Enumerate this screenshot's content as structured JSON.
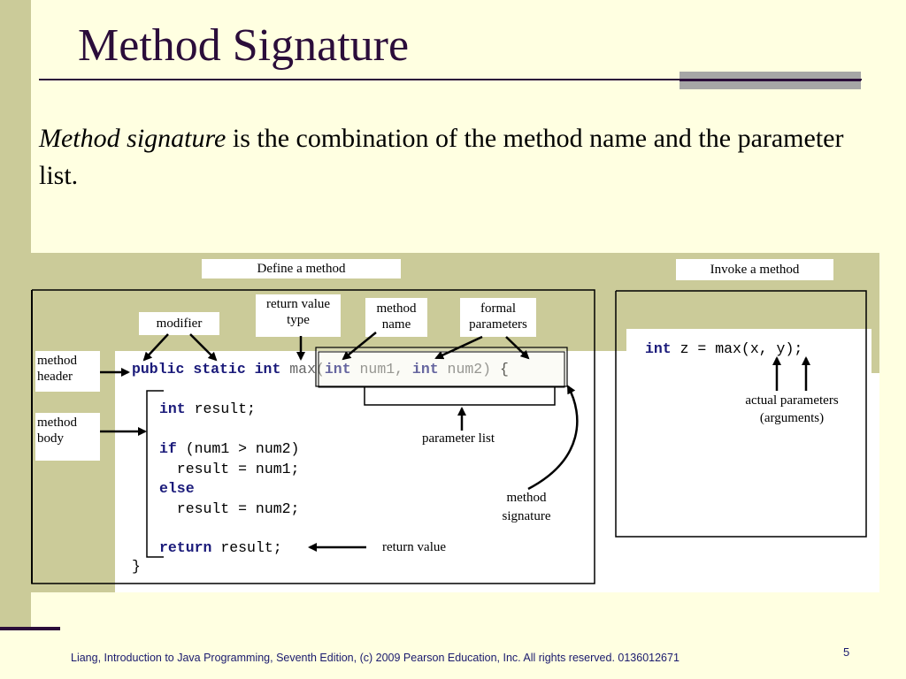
{
  "slide": {
    "title": "Method Signature",
    "intro_term": "Method signature",
    "intro_rest": " is the combination of the method name and the parameter list.",
    "page_number": "5",
    "footer": "Liang, Introduction to Java Programming, Seventh Edition, (c) 2009 Pearson Education, Inc. All rights reserved. 0136012671"
  },
  "diagram": {
    "define_label": "Define a method",
    "invoke_label": "Invoke a method",
    "labels": {
      "modifier": "modifier",
      "return_type_1": "return value",
      "return_type_2": "type",
      "method_name_1": "method",
      "method_name_2": "name",
      "formal_params_1": "formal",
      "formal_params_2": "parameters",
      "method_header_1": "method",
      "method_header_2": "header",
      "method_body_1": "method",
      "method_body_2": "body",
      "parameter_list": "parameter list",
      "method_signature_1": "method",
      "method_signature_2": "signature",
      "return_value": "return value",
      "actual_params_1": "actual parameters",
      "actual_params_2": "(arguments)"
    },
    "code": {
      "kw_public": "public",
      "kw_static": "static",
      "kw_int": "int",
      "sig_max": "max(",
      "sig_int1": "int",
      "sig_num1": " num1, ",
      "sig_int2": "int",
      "sig_num2": " num2)",
      "open_brace": "{",
      "body_int": "int",
      "body_result_decl": " result;",
      "kw_if": "if",
      "if_cond": " (num1 > num2)",
      "assign1": "  result = num1;",
      "kw_else": "else",
      "assign2": "  result = num2;",
      "kw_return": "return",
      "return_rest": " result;",
      "close_brace": "}",
      "invoke_int": "int",
      "invoke_rest": " z = max(x, y);"
    }
  }
}
